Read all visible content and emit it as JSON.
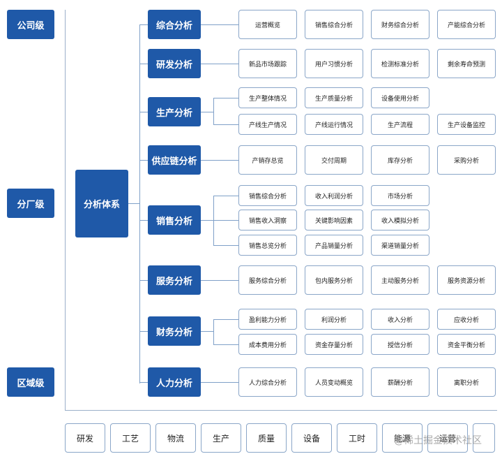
{
  "levels": [
    "公司级",
    "分厂级",
    "区域级"
  ],
  "root": "分析体系",
  "categories": [
    {
      "label": "综合分析",
      "items": [
        [
          "运营概览",
          "销售综合分析",
          "财务综合分析",
          "产能综合分析"
        ]
      ]
    },
    {
      "label": "研发分析",
      "items": [
        [
          "新品市场跟踪",
          "用户习惯分析",
          "检测标准分析",
          "剩余寿命预测"
        ]
      ]
    },
    {
      "label": "生产分析",
      "items": [
        [
          "生产整体情况",
          "生产质量分析",
          "设备使用分析"
        ],
        [
          "产线生产情况",
          "产线运行情况",
          "生产流程",
          "生产设备监控"
        ]
      ]
    },
    {
      "label": "供应链分析",
      "items": [
        [
          "产销存总览",
          "交付周期",
          "库存分析",
          "采购分析"
        ]
      ]
    },
    {
      "label": "销售分析",
      "items": [
        [
          "销售综合分析",
          "收入利润分析",
          "市场分析"
        ],
        [
          "销售收入洞察",
          "关键影响因素",
          "收入模拟分析"
        ],
        [
          "销售总览分析",
          "产品销量分析",
          "渠道销量分析"
        ]
      ]
    },
    {
      "label": "服务分析",
      "items": [
        [
          "服务综合分析",
          "包内服务分析",
          "主动服务分析",
          "服务资源分析"
        ]
      ]
    },
    {
      "label": "财务分析",
      "items": [
        [
          "盈利能力分析",
          "利润分析",
          "收入分析",
          "应收分析"
        ],
        [
          "成本费用分析",
          "资金存量分析",
          "授信分析",
          "资金平衡分析"
        ]
      ]
    },
    {
      "label": "人力分析",
      "items": [
        [
          "人力综合分析",
          "人员变动概览",
          "薪酬分析",
          "离职分析"
        ]
      ]
    }
  ],
  "bottom": [
    "研发",
    "工艺",
    "物流",
    "生产",
    "质量",
    "设备",
    "工时",
    "能源",
    "运营",
    ""
  ],
  "watermark": "@稀土掘金技术社区",
  "colors": {
    "primary": "#1f59a8",
    "border": "#8aa6c8"
  }
}
